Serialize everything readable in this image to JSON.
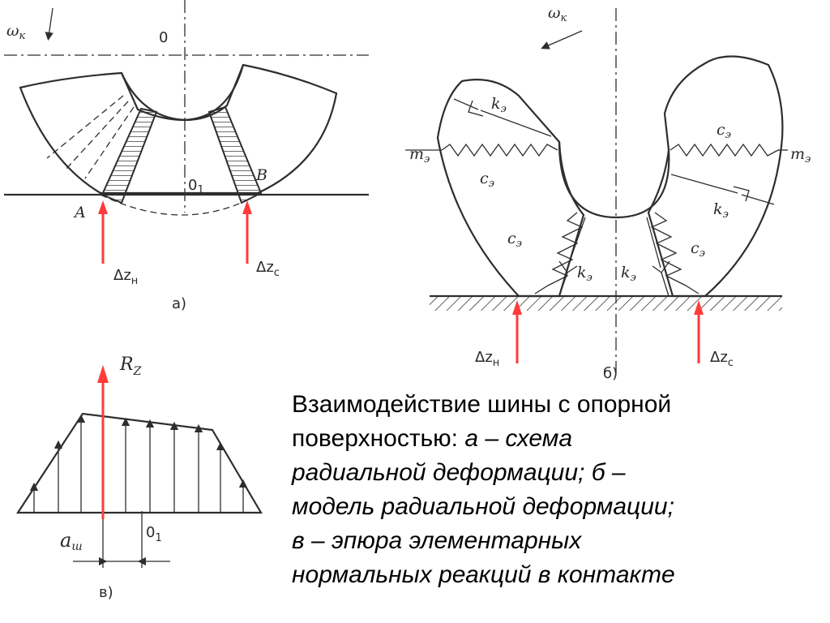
{
  "panel_a": {
    "omega": "ω",
    "omega_sub": "к",
    "axis_top": "0",
    "center": "0",
    "center_sub": "1",
    "point_a": "A",
    "point_b": "B",
    "dz_front": "Δz",
    "dz_front_sub": "н",
    "dz_rear": "Δz",
    "dz_rear_sub": "с",
    "tag": "а)"
  },
  "panel_b": {
    "omega": "ω",
    "omega_sub": "к",
    "mass_left": "m",
    "mass_left_sub": "э",
    "mass_right": "m",
    "mass_right_sub": "э",
    "k_upper_left": "k",
    "k_upper_left_sub": "э",
    "c_upper_right": "c",
    "c_upper_right_sub": "э",
    "c_mid_left": "c",
    "c_mid_left_sub": "э",
    "k_mid_right": "k",
    "k_mid_right_sub": "э",
    "c_low_left": "c",
    "c_low_left_sub": "э",
    "k_low_left": "k",
    "k_low_left_sub": "э",
    "k_low_right": "k",
    "k_low_right_sub": "э",
    "c_low_right": "c",
    "c_low_right_sub": "э",
    "dz_front": "Δz",
    "dz_front_sub": "н",
    "dz_rear": "Δz",
    "dz_rear_sub": "с",
    "tag": "б)"
  },
  "panel_v": {
    "rz": "R",
    "rz_sub": "Z",
    "a_sh": "a",
    "a_sh_sub": "ш",
    "center": "0",
    "center_sub": "1",
    "tag": "в)"
  },
  "caption": {
    "line1": "Взаимодействие шины с опорной",
    "line2_plain": "поверхностью: ",
    "line2_italic": "а – схема",
    "line3": "радиальной деформации; б –",
    "line4": "модель радиальной деформации;",
    "line5": "в – эпюра элементарных",
    "line6": "нормальных реакций в контакте"
  },
  "colors": {
    "force_arrow": "#ff3b3b",
    "line": "#2e2e2e"
  }
}
